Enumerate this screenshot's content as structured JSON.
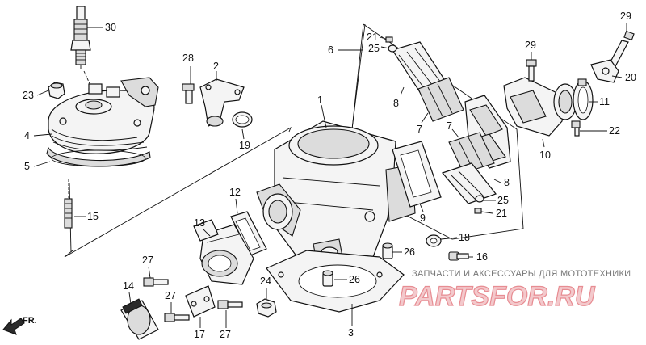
{
  "callouts": [
    {
      "id": "c30",
      "text": "30"
    },
    {
      "id": "c28",
      "text": "28"
    },
    {
      "id": "c2",
      "text": "2"
    },
    {
      "id": "c23",
      "text": "23"
    },
    {
      "id": "c4",
      "text": "4"
    },
    {
      "id": "c5",
      "text": "5"
    },
    {
      "id": "c15",
      "text": "15"
    },
    {
      "id": "c19",
      "text": "19"
    },
    {
      "id": "c1",
      "text": "1"
    },
    {
      "id": "c6",
      "text": "6"
    },
    {
      "id": "c21a",
      "text": "21"
    },
    {
      "id": "c25a",
      "text": "25"
    },
    {
      "id": "c8a",
      "text": "8"
    },
    {
      "id": "c7a",
      "text": "7"
    },
    {
      "id": "c7b",
      "text": "7"
    },
    {
      "id": "c8b",
      "text": "8"
    },
    {
      "id": "c25b",
      "text": "25"
    },
    {
      "id": "c21b",
      "text": "21"
    },
    {
      "id": "c9",
      "text": "9"
    },
    {
      "id": "c29a",
      "text": "29"
    },
    {
      "id": "c29b",
      "text": "29"
    },
    {
      "id": "c20",
      "text": "20"
    },
    {
      "id": "c11",
      "text": "11"
    },
    {
      "id": "c22",
      "text": "22"
    },
    {
      "id": "c10",
      "text": "10"
    },
    {
      "id": "c12",
      "text": "12"
    },
    {
      "id": "c13",
      "text": "13"
    },
    {
      "id": "c27a",
      "text": "27"
    },
    {
      "id": "c14",
      "text": "14"
    },
    {
      "id": "c27b",
      "text": "27"
    },
    {
      "id": "c17",
      "text": "17"
    },
    {
      "id": "c27c",
      "text": "27"
    },
    {
      "id": "c24",
      "text": "24"
    },
    {
      "id": "c26a",
      "text": "26"
    },
    {
      "id": "c26b",
      "text": "26"
    },
    {
      "id": "c18",
      "text": "18"
    },
    {
      "id": "c16",
      "text": "16"
    },
    {
      "id": "c3",
      "text": "3"
    }
  ],
  "direction": {
    "label": "FR."
  },
  "watermark": {
    "caption": "ЗАПЧАСТИ И АКСЕССУАРЫ ДЛЯ МОТОТЕХНИКИ",
    "brand": "PARTSFOR.RU",
    "text_color": "#f3c9cc",
    "outline_color": "#e78c92"
  }
}
